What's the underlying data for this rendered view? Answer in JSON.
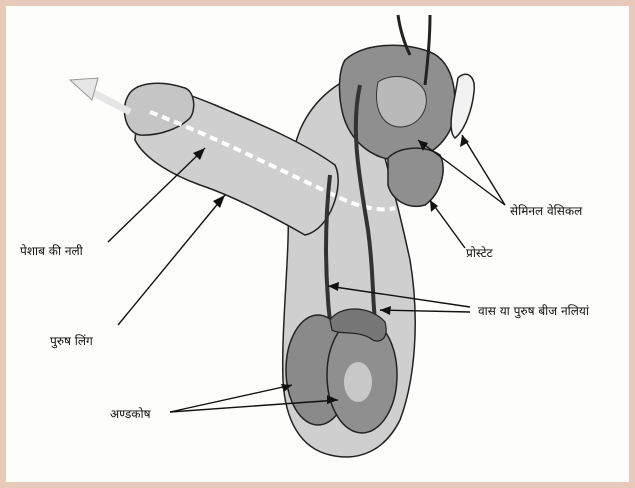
{
  "labels": {
    "seminal_vesicle": "सेमिनल वेसिकल",
    "prostate": "प्रोस्टेट",
    "urethra": "पेशाब की नली",
    "vas_deferens": "वास या पुरुष बीज नलियां",
    "penis": "पुरुष लिंग",
    "testes": "अण्डकोष"
  },
  "colors": {
    "frame": "#e9c9b9",
    "background": "#fdfdfc",
    "body_fill": "#cfcfcf",
    "organ_dark": "#8f8f8f",
    "outline": "#222222"
  }
}
